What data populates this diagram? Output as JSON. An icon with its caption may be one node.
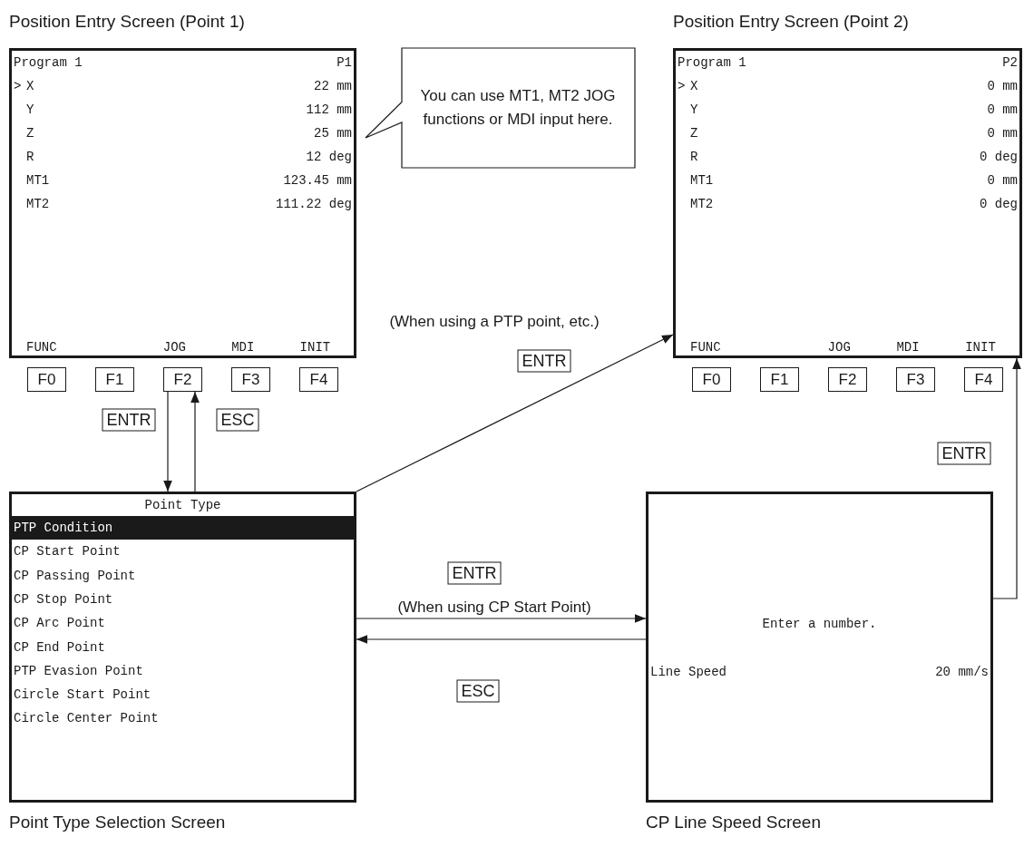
{
  "diagram": {
    "nodes": [
      {
        "text": [
          "Program 1",
          "P1",
          ">",
          "X",
          "22 mm",
          "Y",
          "112 mm",
          "Z",
          "25 mm",
          "R",
          "12 deg",
          "MT1",
          "123.45 mm",
          "MT2",
          "111.22 deg",
          "FUNC",
          "JOG",
          "MDI",
          "INIT"
        ],
        "beside": [
          "Position Entry Screen (Point 1)"
        ]
      },
      {
        "text": [
          "F0"
        ]
      },
      {
        "text": [
          "F1"
        ]
      },
      {
        "text": [
          "F2"
        ]
      },
      {
        "text": [
          "F3"
        ]
      },
      {
        "text": [
          "F4"
        ]
      },
      {
        "text": [
          "You can use MT1, MT2 JOG functions or MDI input here."
        ]
      },
      {
        "text": [
          "Program 1",
          "P2",
          ">",
          "X",
          "0 mm",
          "Y",
          "0 mm",
          "Z",
          "0 mm",
          "R",
          "0 deg",
          "MT1",
          "0 mm",
          "MT2",
          "0 deg",
          "FUNC",
          "JOG",
          "MDI",
          "INIT"
        ],
        "beside": [
          "Position Entry Screen (Point 2)"
        ]
      },
      {
        "text": [
          "F0"
        ]
      },
      {
        "text": [
          "F1"
        ]
      },
      {
        "text": [
          "F2"
        ]
      },
      {
        "text": [
          "F3"
        ]
      },
      {
        "text": [
          "F4"
        ]
      },
      {
        "text": [
          "Point Type",
          "PTP Condition",
          "CP Start Point",
          "CP Passing Point",
          "CP Stop Point",
          "CP Arc Point",
          "CP End Point",
          "PTP Evasion Point",
          "Circle Start Point",
          "Circle Center Point"
        ],
        "beside": [
          "Point Type Selection Screen"
        ]
      },
      {
        "text": [
          "Enter a number.",
          "Line Speed",
          "20 mm/s"
        ],
        "beside": [
          "CP Line Speed Screen"
        ]
      }
    ],
    "edges": [
      {
        "from": 3,
        "to": 13,
        "arrow": "to",
        "label": "ENTR"
      },
      {
        "from": 13,
        "to": 3,
        "arrow": "to",
        "label": "ESC"
      },
      {
        "from": 13,
        "to": 7,
        "arrow": "to",
        "label": "ENTR"
      },
      {
        "from": 13,
        "to": 14,
        "arrow": "to",
        "label": "ENTR"
      },
      {
        "from": 14,
        "to": 13,
        "arrow": "to",
        "label": "ESC"
      },
      {
        "from": 14,
        "to": 7,
        "arrow": "to",
        "label": "ENTR"
      }
    ],
    "labels": [
      "(When using a PTP point, etc.)",
      "(When using CP Start Point)"
    ]
  }
}
